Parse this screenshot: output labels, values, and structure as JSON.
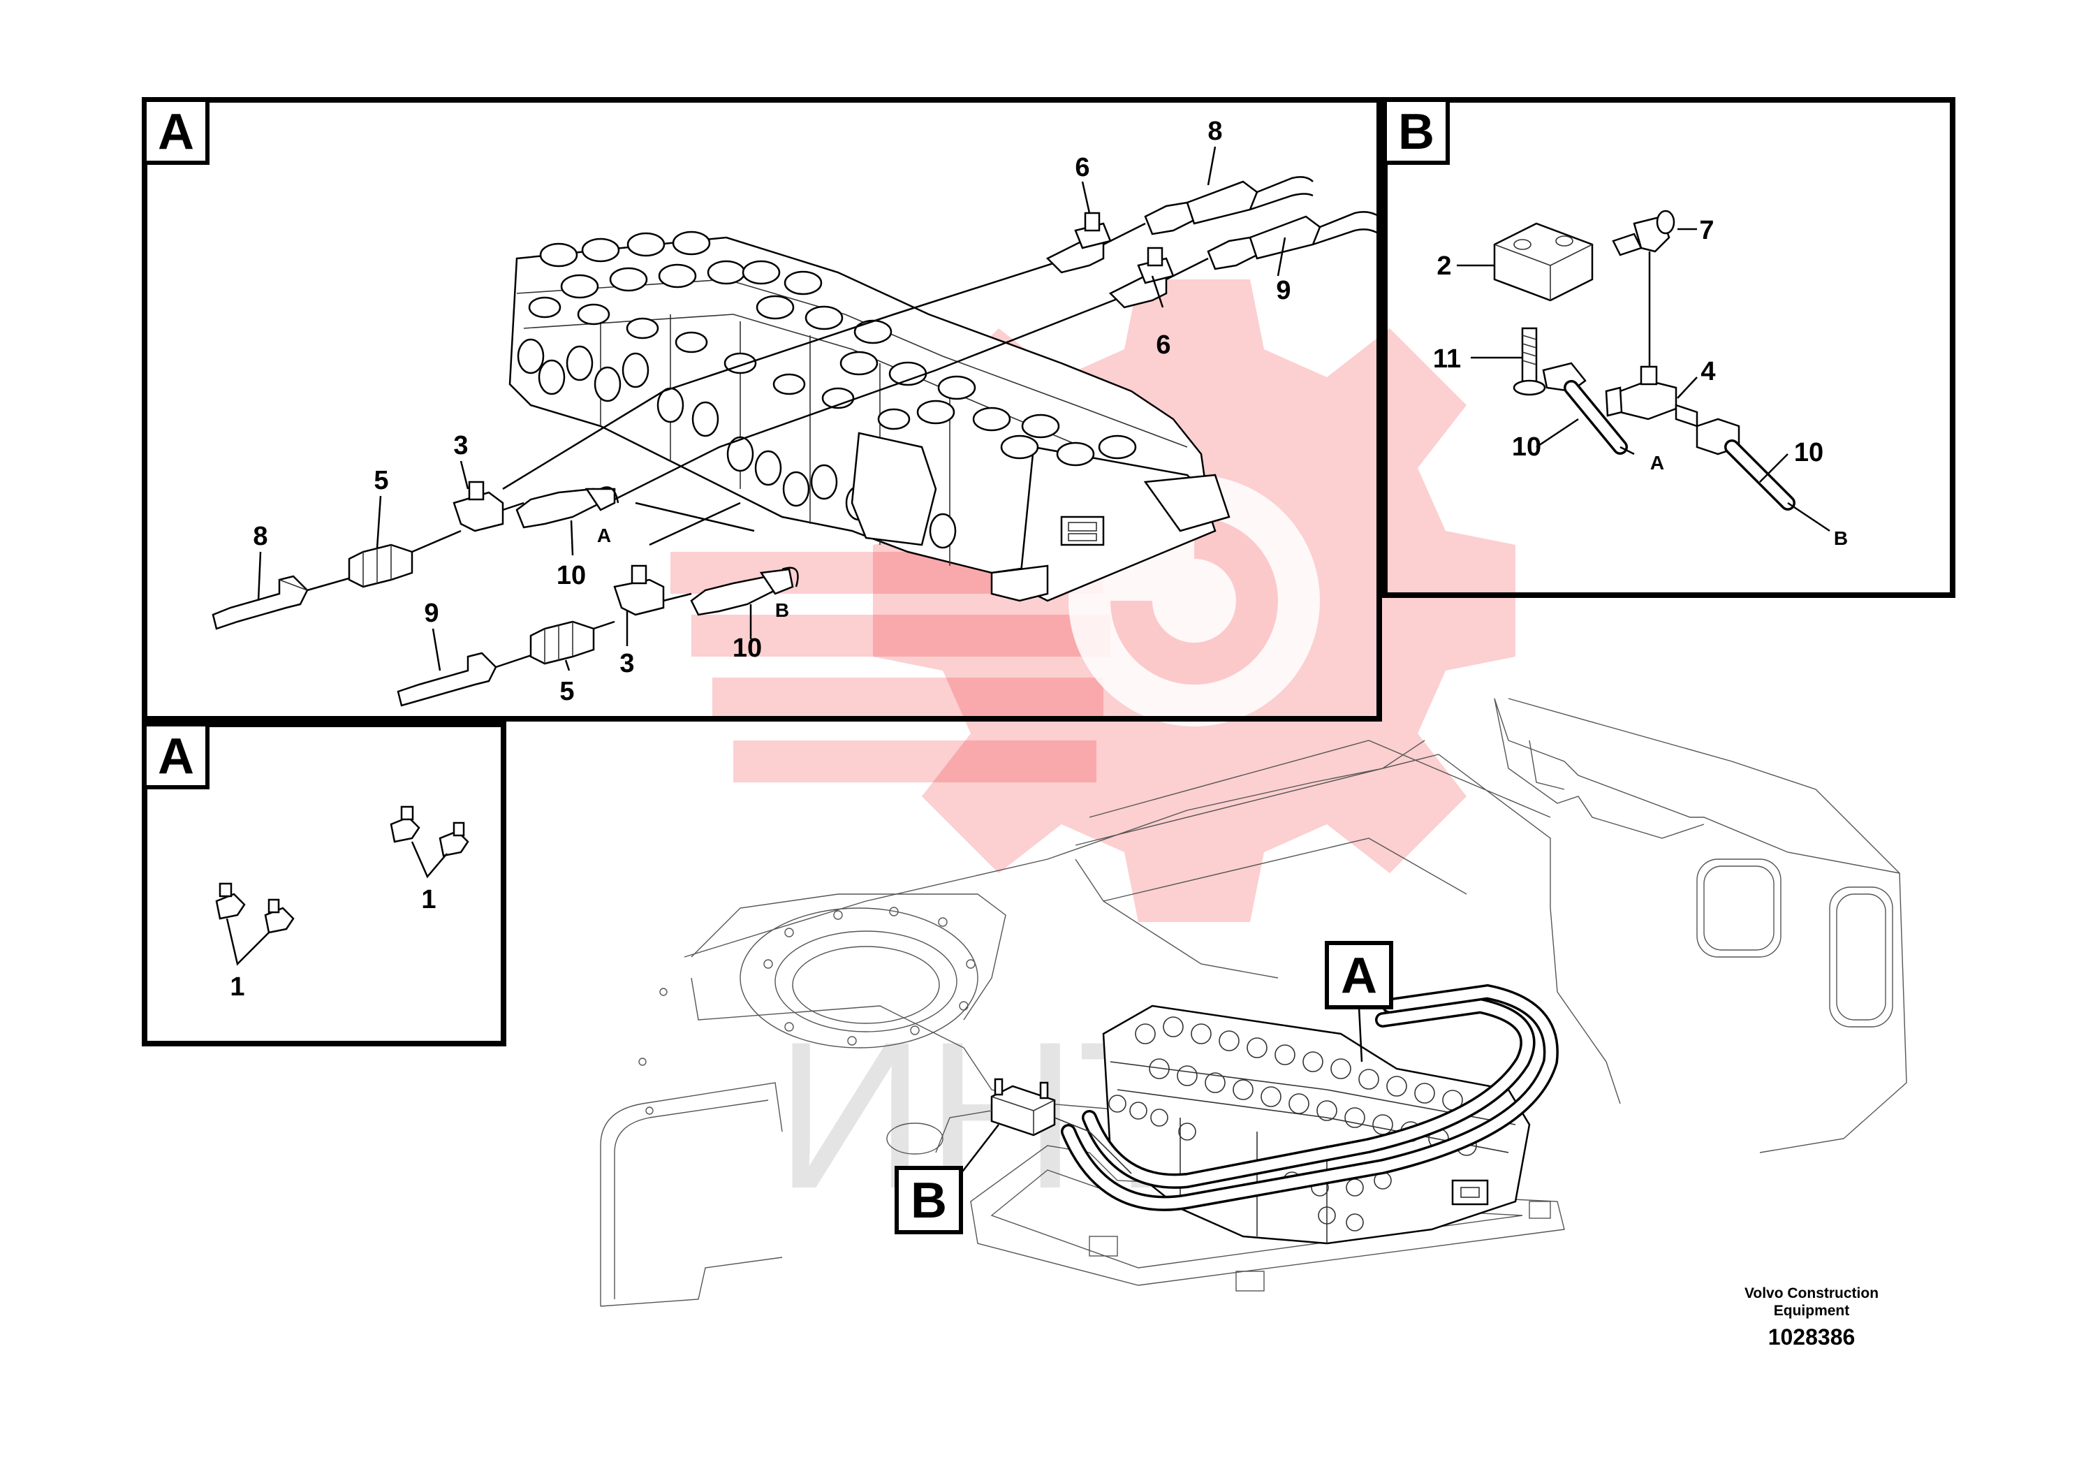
{
  "panels": {
    "main_a": {
      "tag": "A"
    },
    "detail_b": {
      "tag": "B"
    },
    "detail_a2": {
      "tag": "A"
    }
  },
  "callouts": {
    "a_8_top": "8",
    "a_6_top": "6",
    "a_9_right": "9",
    "a_6_mid": "6",
    "a_3_upper": "3",
    "a_5_upper": "5",
    "a_8_left": "8",
    "a_10_upper": "10",
    "a_A_hose": "A",
    "a_9_lower": "9",
    "a_10_lower": "10",
    "a_B_hose": "B",
    "a_3_lower": "3",
    "a_5_lower": "5",
    "b_2": "2",
    "b_7": "7",
    "b_11": "11",
    "b_4": "4",
    "b_10_left": "10",
    "b_A_hose": "A",
    "b_10_right": "10",
    "b_B_hose": "B",
    "a2_1_right": "1",
    "a2_1_left": "1"
  },
  "overview_tags": {
    "a": "A",
    "b": "B"
  },
  "footer": {
    "company_line1": "Volvo Construction",
    "company_line2": "Equipment",
    "drawing_number": "1028386"
  },
  "watermark": {
    "text": "ИНТ",
    "color": "#f2262a"
  }
}
